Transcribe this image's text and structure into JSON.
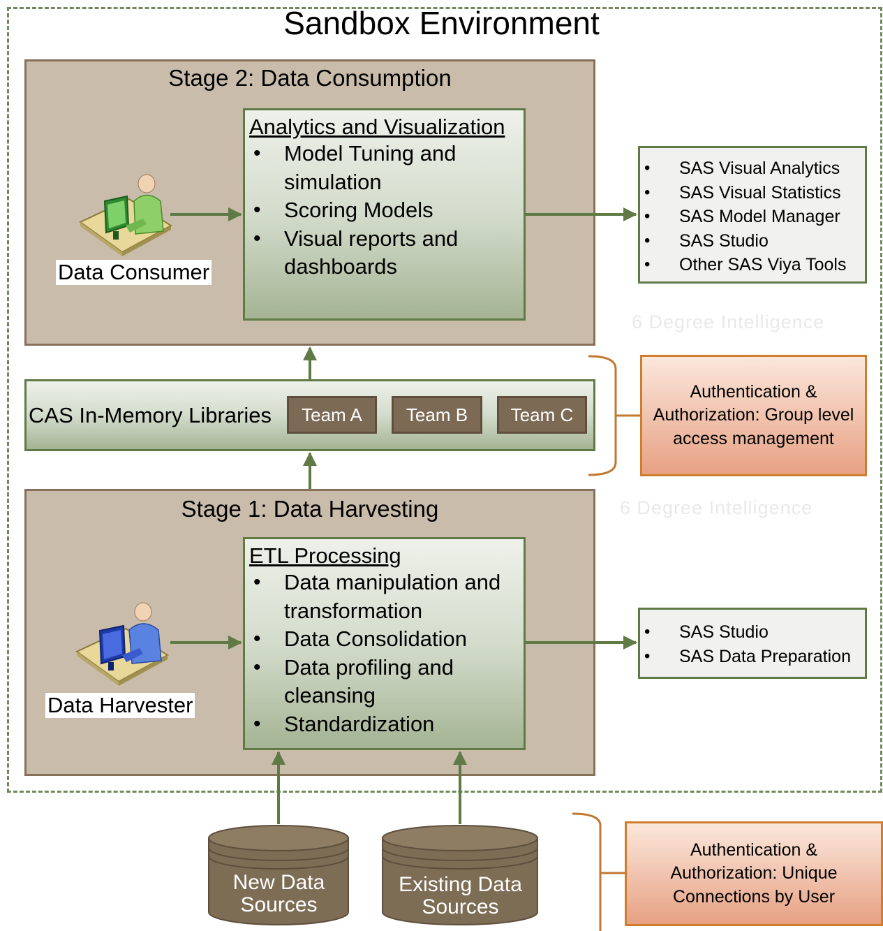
{
  "title": "Sandbox Environment",
  "stage2": {
    "title": "Stage 2: Data Consumption",
    "box_heading": "Analytics and Visualization",
    "bullets": [
      "Model Tuning and simulation",
      "Scoring Models",
      "Visual reports and dashboards"
    ],
    "person_label": "Data Consumer",
    "tools": [
      "SAS Visual Analytics",
      "SAS Visual Statistics",
      "SAS Model Manager",
      "SAS Studio",
      "Other SAS Viya Tools"
    ]
  },
  "cas": {
    "label": "CAS In-Memory Libraries",
    "teams": [
      "Team A",
      "Team B",
      "Team C"
    ]
  },
  "auth_group": "Authentication & Authorization: Group level access management",
  "stage1": {
    "title": "Stage 1: Data Harvesting",
    "box_heading": "ETL Processing",
    "bullets": [
      "Data manipulation and transformation",
      "Data Consolidation",
      "Data profiling and cleansing",
      "Standardization"
    ],
    "person_label": "Data Harvester",
    "tools": [
      "SAS Studio",
      "SAS Data Preparation"
    ]
  },
  "sources": [
    "New Data Sources",
    "Existing Data Sources"
  ],
  "auth_user": "Authentication & Authorization: Unique Connections by User",
  "watermark": "6 Degree Intelligence",
  "colors": {
    "stage_fill": "#c9bcab",
    "stage_border": "#87705a",
    "green_border": "#5f7a45",
    "arrow": "#5f7a45",
    "team_fill": "#7c6a55",
    "auth_border": "#cf7d2d",
    "bracket": "#c0772f"
  }
}
